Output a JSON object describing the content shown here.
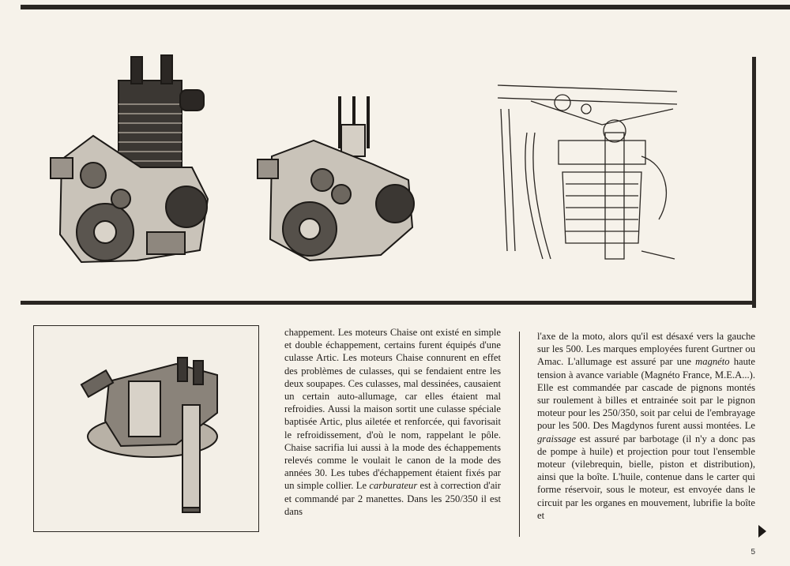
{
  "icons": {
    "next_page": "triangle-right-icon"
  },
  "figures": {
    "engine_assembled": "engine-photo",
    "engine_open": "engine-photo",
    "engine_drawing": "engine-line-drawing",
    "engine_head": "engine-photo"
  },
  "column_middle": {
    "paragraph": [
      "chappement. Les moteurs Chaise ont existé en simple et double échappement, certains furent équipés d'une culasse Artic. Les mo­teurs Chaise connurent en effet des problè­mes de culasses, qui se fendaient entre les deux soupapes. Ces culasses, mal dessinées, causaient un certain auto-allumage, car elles étaient mal refroidies. Aussi la maison sortit une culasse spéciale baptisée Artic, plus ailet­ée et renforcée, qui favorisait le refroidisse­ment, d'où le nom, rappelant le pôle. Chaise sacrifia lui aussi à la mode des échappements relevés comme le voulait le canon de la mode des années 30. Les tubes d'échappement étaient fixés par un simple collier. Le ",
      "carbu­rateur",
      " est à correction d'air et commandé par 2 manettes. Dans les 250/350 il est dans"
    ]
  },
  "column_right": {
    "paragraph": [
      "l'axe de la moto, alors qu'il est désaxé vers la gauche sur les 500. Les marques employées furent Gurtner ou Amac. L'allumage est assuré par une ",
      "magnéto",
      " haute tension à avan­ce variable (Magnéto France, M.E.A...). Elle est commandée par cascade de pignons mon­tés sur roulement à billes et entrainée soit par le pignon moteur pour les 250/350, soit par celui de l'embrayage pour les 500. Des Mag­dynos furent aussi montées. Le ",
      "graissage",
      " est assuré par barbotage (il n'y a donc pas de pompe à huile) et projection pour tout l'en­semble moteur (vilebrequin, bielle, piston et distribution), ainsi que la boîte. L'huile, con­tenue dans le carter qui forme réservoir, sous le moteur, est envoyée dans le circuit par les organes en mouvement, lubrifie la boîte et"
    ]
  },
  "page_number": "5"
}
